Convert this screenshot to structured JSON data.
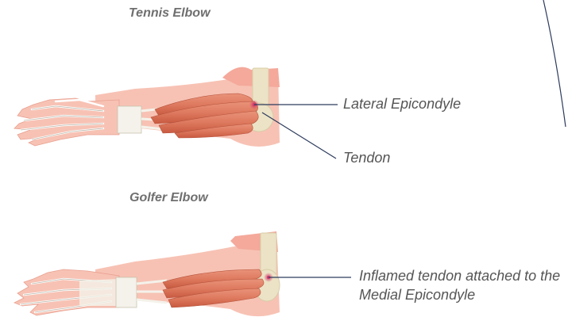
{
  "diagrams": [
    {
      "title": "Tennis Elbow",
      "labels": [
        "Lateral Epicondyle",
        "Tendon"
      ]
    },
    {
      "title": "Golfer Elbow",
      "labels": [
        "Inflamed tendon attached to the Medial Epicondyle"
      ]
    }
  ],
  "colors": {
    "skin": "#f7c2b4",
    "bone": "#ece3c6",
    "muscle": "#de7a5f",
    "muscle_dark": "#c85a40",
    "tendon": "#f4f2ea",
    "inflammation": "#d2386b",
    "leader_line": "#2c3a5c"
  }
}
